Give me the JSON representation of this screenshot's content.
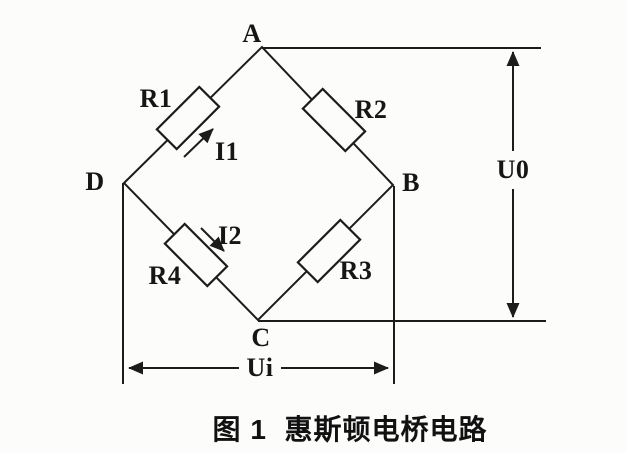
{
  "figure": {
    "type": "circuit-diagram",
    "subject": "Wheatstone bridge",
    "nodes": {
      "a": "A",
      "b": "B",
      "c": "C",
      "d": "D"
    },
    "resistors": {
      "r1": "R1",
      "r2": "R2",
      "r3": "R3",
      "r4": "R4"
    },
    "currents": {
      "i1": "I1",
      "i2": "I2"
    },
    "voltages": {
      "u0": "U0",
      "ui": "Ui"
    },
    "caption": "图 1  惠斯顿电桥电路",
    "colors": {
      "ink": "#1c1c1c",
      "paper": "#fcfcfa"
    }
  }
}
